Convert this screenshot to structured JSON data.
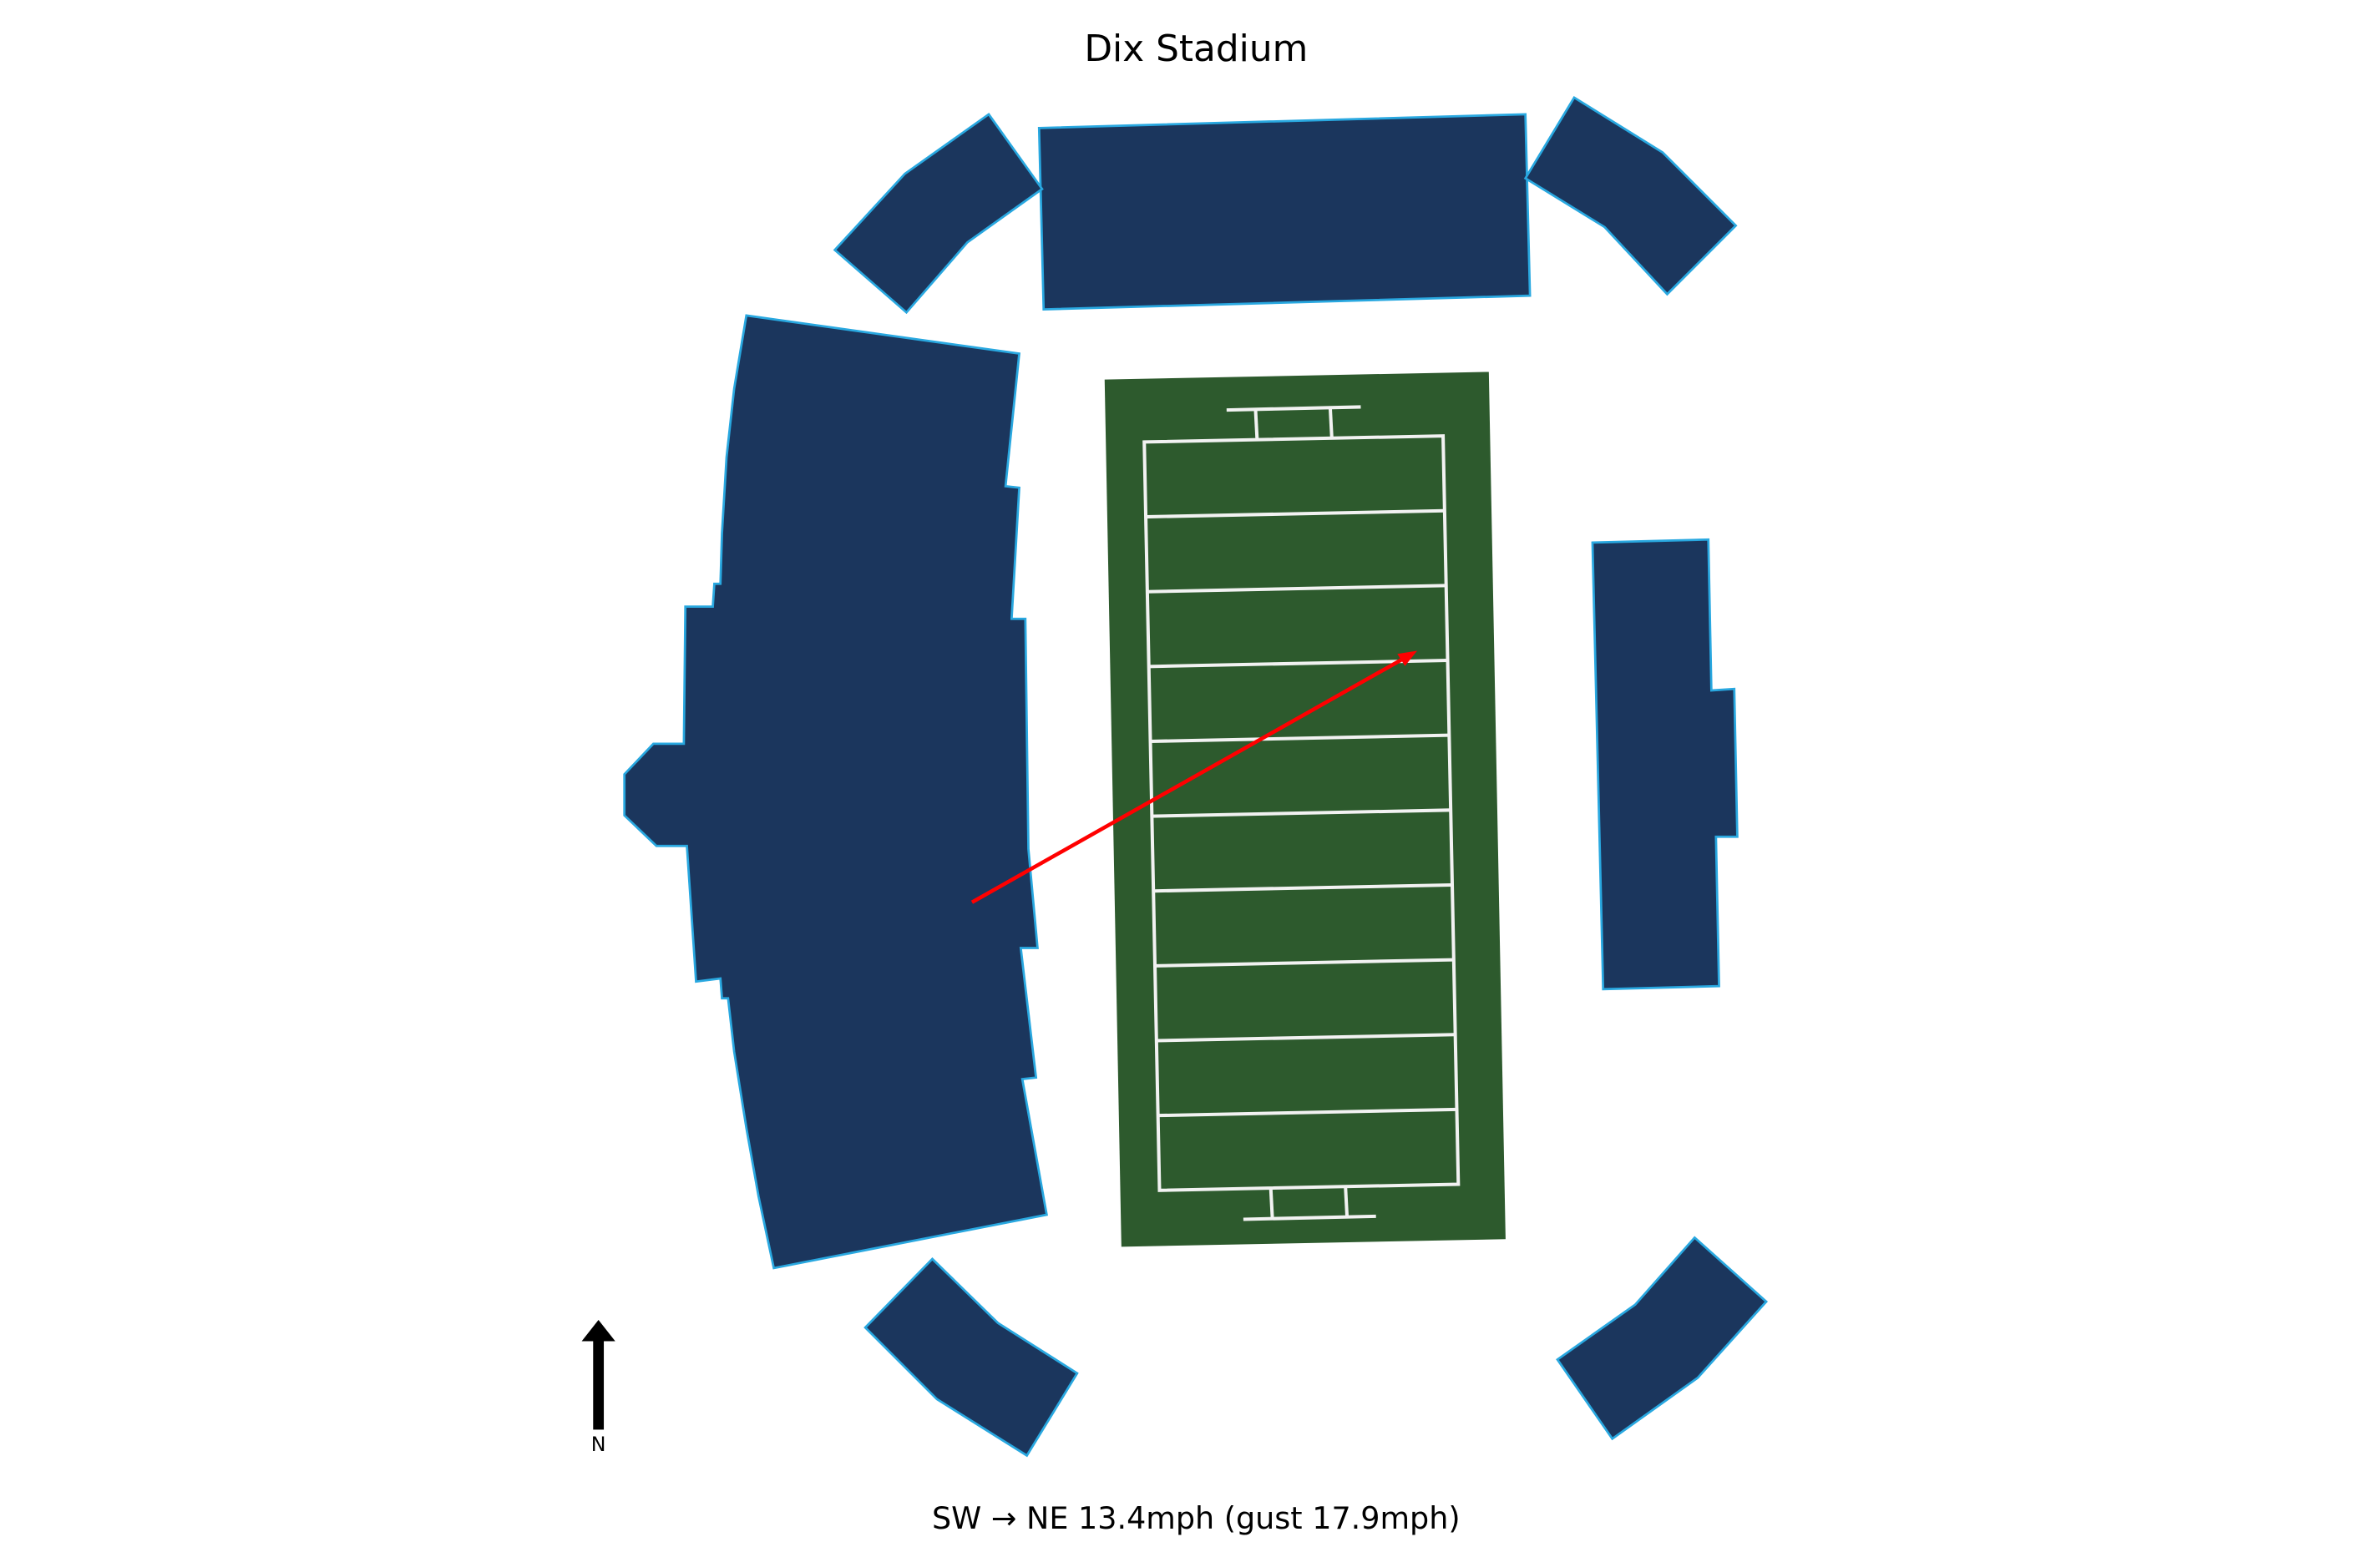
{
  "title": "Dix Stadium",
  "wind_caption": "SW → NE 13.4mph (gust 17.9mph)",
  "north_label": "N",
  "wind": {
    "from": "SW",
    "to": "NE",
    "speed_mph": 13.4,
    "gust_mph": 17.9
  },
  "colors": {
    "stand_fill": "#1b365d",
    "stand_outline": "#29a8e0",
    "field": "#2d5a2d",
    "field_lines": "#f2f2f2",
    "wind_arrow": "#ff0000",
    "north_arrow": "#000000"
  },
  "icons": {
    "north": "north-arrow-icon",
    "wind": "wind-arrow-icon"
  }
}
